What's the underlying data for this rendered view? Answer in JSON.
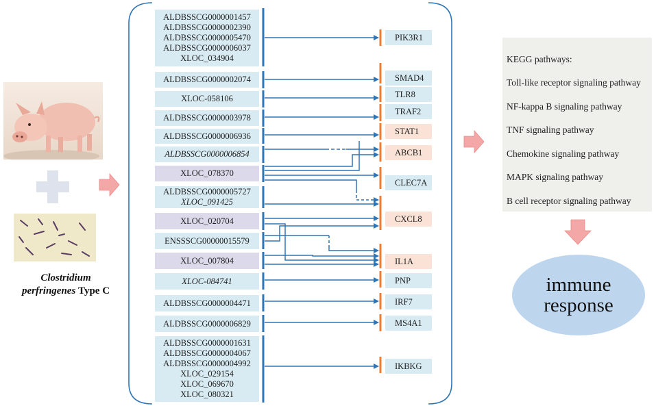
{
  "lncrnas": [
    {
      "id": "g1",
      "lines": [
        "ALDBSSCG0000001457",
        "ALDBSSCG0000002390",
        "ALDBSSCG0000005470",
        "ALDBSSCG0000006037",
        "XLOC_034904"
      ],
      "italic": [
        false,
        false,
        false,
        false,
        false
      ]
    },
    {
      "id": "g2",
      "lines": [
        "ALDBSSCG0000002074"
      ],
      "italic": [
        false
      ]
    },
    {
      "id": "g3",
      "lines": [
        "XLOC-058106"
      ],
      "italic": [
        false
      ]
    },
    {
      "id": "g4",
      "lines": [
        "ALDBSSCG0000003978"
      ],
      "italic": [
        false
      ]
    },
    {
      "id": "g5",
      "lines": [
        "ALDBSSCG0000006936"
      ],
      "italic": [
        false
      ]
    },
    {
      "id": "g6",
      "lines": [
        "ALDBSSCG0000006854"
      ],
      "italic": [
        true
      ]
    },
    {
      "id": "g7",
      "lines": [
        "XLOC_078370"
      ],
      "italic": [
        false
      ]
    },
    {
      "id": "g8",
      "lines": [
        "ALDBSSCG0000005727",
        "XLOC_091425"
      ],
      "italic": [
        false,
        true
      ]
    },
    {
      "id": "g9",
      "lines": [
        "XLOC_020704"
      ],
      "italic": [
        false
      ]
    },
    {
      "id": "g10",
      "lines": [
        "ENSSSCG00000015579"
      ],
      "italic": [
        false
      ]
    },
    {
      "id": "g11",
      "lines": [
        "XLOC_007804"
      ],
      "italic": [
        false
      ]
    },
    {
      "id": "g12",
      "lines": [
        "XLOC-084741"
      ],
      "italic": [
        true
      ]
    },
    {
      "id": "g13",
      "lines": [
        "ALDBSSCG0000004471"
      ],
      "italic": [
        false
      ]
    },
    {
      "id": "g14",
      "lines": [
        "ALDBSSCG0000006829"
      ],
      "italic": [
        false
      ]
    },
    {
      "id": "g15",
      "lines": [
        "ALDBSSCG0000001631",
        "ALDBSSCG0000004067",
        "ALDBSSCG0000004992",
        "XLOC_029154",
        "XLOC_069670",
        "XLOC_080321"
      ],
      "italic": [
        false,
        false,
        false,
        false,
        false,
        false
      ]
    }
  ],
  "genes": [
    "PIK3R1",
    "SMAD4",
    "TLR8",
    "TRAF2",
    "STAT1",
    "ABCB1",
    "CLEC7A",
    "CXCL8",
    "IL1A",
    "PNP",
    "IRF7",
    "MS4A1",
    "IKBKG"
  ],
  "kegg": {
    "title": "KEGG pathways:",
    "pathways": [
      "Toll-like receptor signaling pathway",
      "NF-kappa B signaling pathway",
      "TNF signaling pathway",
      "Chemokine signaling pathway",
      "MAPK signaling pathway",
      "B cell receptor signaling pathway"
    ]
  },
  "outcome": {
    "line1": "immune",
    "line2": "response"
  },
  "caption": {
    "genus": "Clostridium",
    "species": "perfringenes",
    "type": "Type C"
  },
  "colors": {
    "lnc_blue": "#d8ebf3",
    "lnc_purple": "#dcd9ea",
    "gene_blue": "#d8ebf3",
    "gene_peach": "#fae3d6",
    "arrow": "#2e75b6",
    "orange_bar": "#ed7d31",
    "pink_arrow": "#f4a7a7",
    "oval": "#bdd6ee",
    "kegg_bg": "#efefeb"
  }
}
